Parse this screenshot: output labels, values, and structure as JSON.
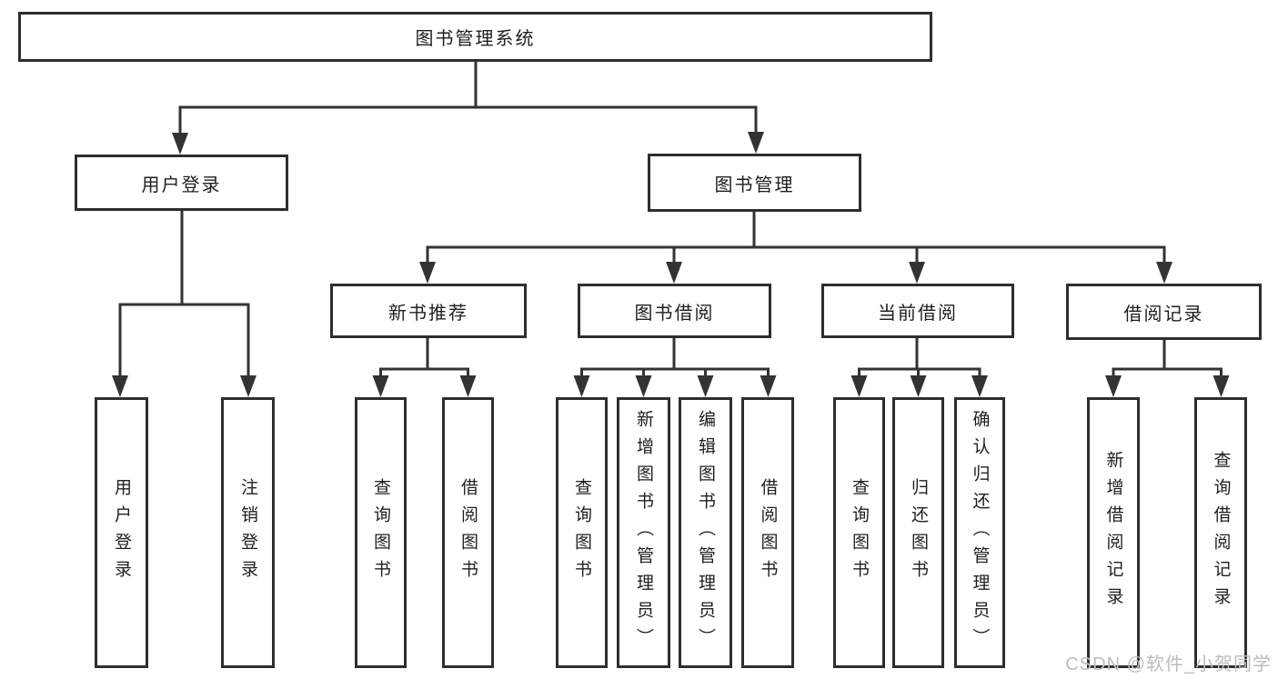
{
  "title": "图书管理系统",
  "colors": {
    "line": "#333333",
    "text": "#1f1f1f",
    "watermark": "#bcbcbc",
    "bg": "#ffffff"
  },
  "watermark": {
    "text": "CSDN @软件_小贺同学"
  },
  "nodes": {
    "root": {
      "label": "图书管理系统"
    },
    "level2": [
      {
        "label": "用户登录"
      },
      {
        "label": "图书管理"
      }
    ],
    "level3": [
      {
        "label": "新书推荐",
        "parent": "图书管理"
      },
      {
        "label": "图书借阅",
        "parent": "图书管理"
      },
      {
        "label": "当前借阅",
        "parent": "图书管理"
      },
      {
        "label": "借阅记录",
        "parent": "图书管理"
      }
    ],
    "leaves": [
      {
        "label": "用户登录",
        "parent": "用户登录"
      },
      {
        "label": "注销登录",
        "parent": "用户登录"
      },
      {
        "label": "查询图书",
        "parent": "新书推荐"
      },
      {
        "label": "借阅图书",
        "parent": "新书推荐"
      },
      {
        "label": "查询图书",
        "parent": "图书借阅"
      },
      {
        "label": "新增图书（管理员）",
        "parent": "图书借阅"
      },
      {
        "label": "编辑图书（管理员）",
        "parent": "图书借阅"
      },
      {
        "label": "借阅图书",
        "parent": "图书借阅"
      },
      {
        "label": "查询图书",
        "parent": "当前借阅"
      },
      {
        "label": "归还图书",
        "parent": "当前借阅"
      },
      {
        "label": "确认归还（管理员）",
        "parent": "当前借阅"
      },
      {
        "label": "新增借阅记录",
        "parent": "借阅记录"
      },
      {
        "label": "查询借阅记录",
        "parent": "借阅记录"
      }
    ]
  }
}
